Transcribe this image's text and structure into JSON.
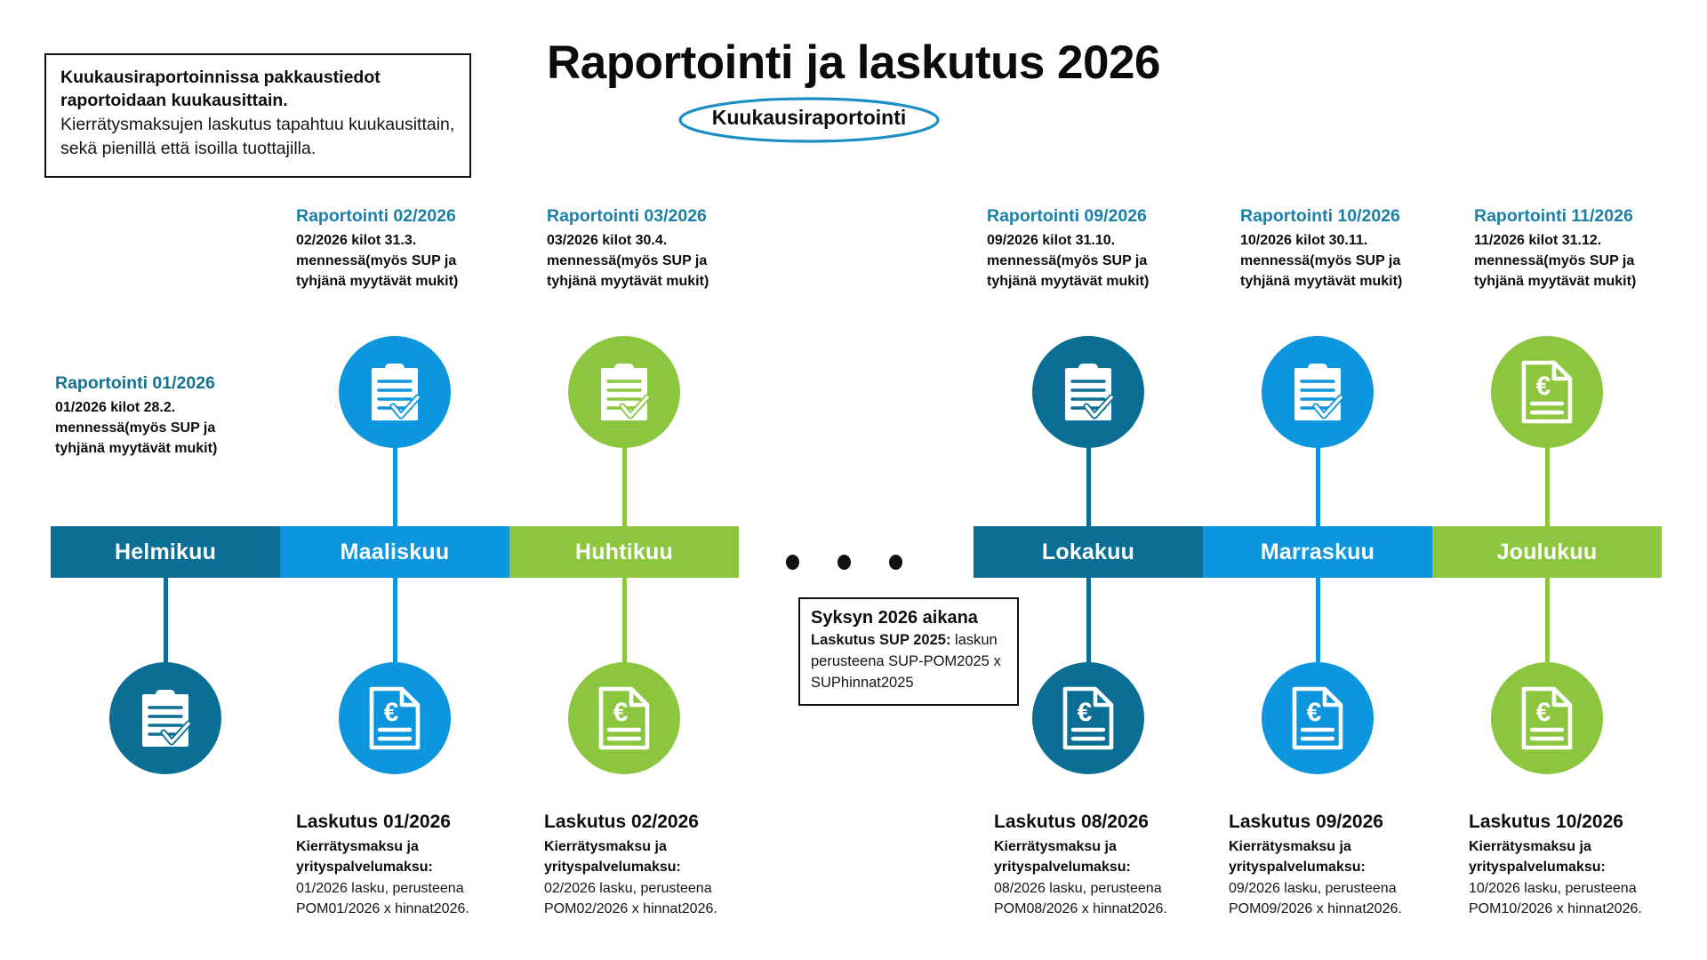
{
  "header": {
    "title": "Raportointi ja laskutus 2026",
    "badge_label": "Kuukausiraportointi"
  },
  "colors": {
    "dark_teal": "#0b6e94",
    "bright_blue": "#0d96dd",
    "green": "#8cc63f",
    "heading_teal": "#1b7fa8",
    "heading_teal_dark": "#16708f",
    "black": "#111111",
    "white": "#ffffff"
  },
  "note_top": {
    "strong": "Kuukausiraportoinnissa pakkaustiedot raportoidaan kuukausittain.",
    "body": "Kierrätysmaksujen laskutus tapahtuu kuukausittain, sekä pienillä että isoilla tuottajilla."
  },
  "note_autumn": {
    "title": "Syksyn 2026 aikana",
    "label": "Laskutus SUP 2025:",
    "body": " laskun perusteena SUP-POM2025 x SUPhinnat2025"
  },
  "timeline": {
    "separator_dots": 3,
    "months": [
      {
        "label": "Helmikuu",
        "color_key": "dark_teal",
        "color": "#0b6e94"
      },
      {
        "label": "Maaliskuu",
        "color_key": "bright_blue",
        "color": "#0d96dd"
      },
      {
        "label": "Huhtikuu",
        "color_key": "green",
        "color": "#8cc63f"
      },
      {
        "label": "Lokakuu",
        "color_key": "dark_teal",
        "color": "#0b6e94"
      },
      {
        "label": "Marraskuu",
        "color_key": "bright_blue",
        "color": "#0d96dd"
      },
      {
        "label": "Joulukuu",
        "color_key": "green",
        "color": "#8cc63f"
      }
    ]
  },
  "top_nodes": [
    {
      "month": "Maaliskuu",
      "icon": "clipboard-check-icon",
      "color": "#0d96dd"
    },
    {
      "month": "Huhtikuu",
      "icon": "clipboard-check-icon",
      "color": "#8cc63f"
    },
    {
      "month": "Lokakuu",
      "icon": "clipboard-check-icon",
      "color": "#0b6e94"
    },
    {
      "month": "Marraskuu",
      "icon": "clipboard-check-icon",
      "color": "#0d96dd"
    },
    {
      "month": "Joulukuu",
      "icon": "euro-document-icon",
      "color": "#8cc63f"
    }
  ],
  "bottom_nodes": [
    {
      "month": "Helmikuu",
      "icon": "clipboard-check-icon",
      "color": "#0b6e94"
    },
    {
      "month": "Maaliskuu",
      "icon": "euro-document-icon",
      "color": "#0d96dd"
    },
    {
      "month": "Huhtikuu",
      "icon": "euro-document-icon",
      "color": "#8cc63f"
    },
    {
      "month": "Lokakuu",
      "icon": "euro-document-icon",
      "color": "#0b6e94"
    },
    {
      "month": "Marraskuu",
      "icon": "euro-document-icon",
      "color": "#0d96dd"
    },
    {
      "month": "Joulukuu",
      "icon": "euro-document-icon",
      "color": "#8cc63f"
    }
  ],
  "reporting_captions": [
    {
      "title": "Raportointi 01/2026",
      "lines": [
        "01/2026 kilot 28.2.",
        "mennessä(myös SUP ja",
        "tyhjänä myytävät mukit)"
      ]
    },
    {
      "title": "Raportointi 02/2026",
      "lines": [
        "02/2026 kilot 31.3.",
        "mennessä(myös SUP ja",
        "tyhjänä myytävät mukit)"
      ]
    },
    {
      "title": "Raportointi 03/2026",
      "lines": [
        "03/2026 kilot 30.4.",
        "mennessä(myös SUP ja",
        "tyhjänä myytävät mukit)"
      ]
    },
    {
      "title": "Raportointi 09/2026",
      "lines": [
        "09/2026 kilot 31.10.",
        "mennessä(myös SUP ja",
        "tyhjänä myytävät mukit)"
      ]
    },
    {
      "title": "Raportointi 10/2026",
      "lines": [
        "10/2026 kilot 30.11.",
        "mennessä(myös SUP ja",
        "tyhjänä myytävät mukit)"
      ]
    },
    {
      "title": "Raportointi 11/2026",
      "lines": [
        "11/2026 kilot 31.12.",
        "mennessä(myös SUP ja",
        "tyhjänä myytävät mukit)"
      ]
    }
  ],
  "invoicing_captions": [
    {
      "title": "Laskutus 01/2026",
      "sub": "Kierrätysmaksu ja yrityspalvelumaksu:",
      "body": "01/2026 lasku, perusteena POM01/2026 x hinnat2026."
    },
    {
      "title": "Laskutus 02/2026",
      "sub": "Kierrätysmaksu ja yrityspalvelumaksu:",
      "body": "02/2026 lasku, perusteena POM02/2026 x hinnat2026."
    },
    {
      "title": "Laskutus 08/2026",
      "sub": "Kierrätysmaksu ja yrityspalvelumaksu:",
      "body": "08/2026 lasku, perusteena POM08/2026 x hinnat2026."
    },
    {
      "title": "Laskutus 09/2026",
      "sub": "Kierrätysmaksu ja yrityspalvelumaksu:",
      "body": "09/2026 lasku, perusteena POM09/2026 x hinnat2026."
    },
    {
      "title": "Laskutus 10/2026",
      "sub": "Kierrätysmaksu ja yrityspalvelumaksu:",
      "body": "10/2026 lasku, perusteena POM10/2026 x hinnat2026."
    }
  ]
}
